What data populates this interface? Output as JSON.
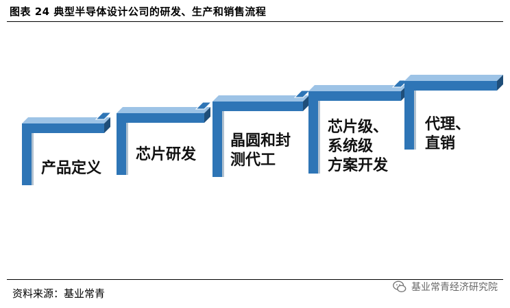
{
  "header": {
    "title": "图表 24  典型半导体设计公司的研发、生产和销售流程"
  },
  "colors": {
    "brace_face": "#2E75B6",
    "brace_top": "#9DC3E6",
    "brace_side": "#1F4E79",
    "arrow": "#2E75B6"
  },
  "steps": [
    {
      "lines": [
        "产品定义"
      ]
    },
    {
      "lines": [
        "芯片研发"
      ]
    },
    {
      "lines": [
        "晶圆和封",
        "测代工"
      ]
    },
    {
      "lines": [
        "芯片级、",
        "系统级",
        "方案开发"
      ]
    },
    {
      "lines": [
        "代理、",
        "直销"
      ]
    }
  ],
  "footer": {
    "source": "资料来源：基业常青",
    "watermark": "基业常青经济研究院",
    "watermark_icon": "wechat-icon"
  }
}
